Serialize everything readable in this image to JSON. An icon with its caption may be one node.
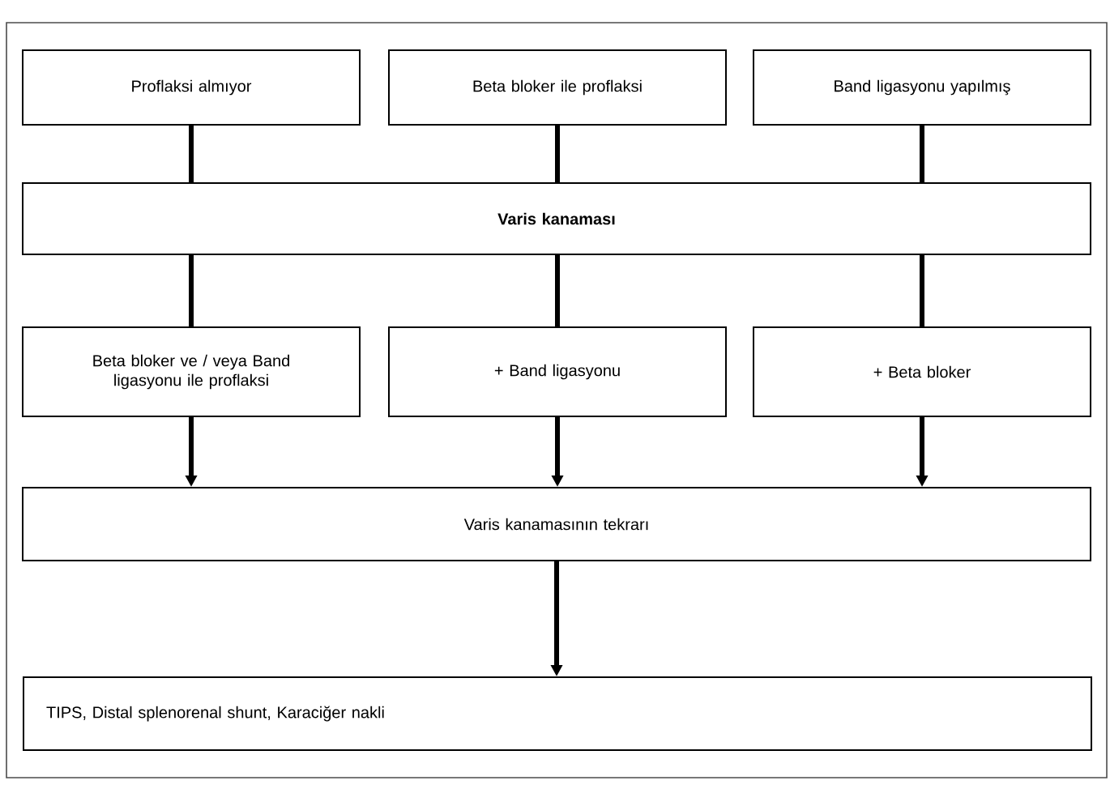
{
  "diagram": {
    "nodes": [
      {
        "text": [
          "Proflaksi almıyor"
        ]
      },
      {
        "text": [
          "Beta bloker ile proflaksi"
        ]
      },
      {
        "text": [
          "Band ligasyonu yapılmış"
        ]
      },
      {
        "text": [
          "Varis kanaması"
        ]
      },
      {
        "text": [
          "Beta bloker ve / veya Band ligasyonu ile proflaksi"
        ]
      },
      {
        "text": [
          "+ Band ligasyonu"
        ]
      },
      {
        "text": [
          "+ Beta bloker"
        ]
      },
      {
        "text": [
          "Varis kanamasının tekrarı"
        ]
      },
      {
        "text": [
          "TIPS, Distal splenorenal shunt, Karaciğer nakli"
        ]
      }
    ],
    "edges": [
      {
        "from": 0,
        "to": 3,
        "arrow": "none"
      },
      {
        "from": 1,
        "to": 3,
        "arrow": "none"
      },
      {
        "from": 2,
        "to": 3,
        "arrow": "none"
      },
      {
        "from": 3,
        "to": 4,
        "arrow": "none"
      },
      {
        "from": 3,
        "to": 5,
        "arrow": "none"
      },
      {
        "from": 3,
        "to": 6,
        "arrow": "none"
      },
      {
        "from": 4,
        "to": 7,
        "arrow": "to"
      },
      {
        "from": 5,
        "to": 7,
        "arrow": "to"
      },
      {
        "from": 6,
        "to": 7,
        "arrow": "to"
      },
      {
        "from": 7,
        "to": 8,
        "arrow": "to"
      }
    ]
  }
}
